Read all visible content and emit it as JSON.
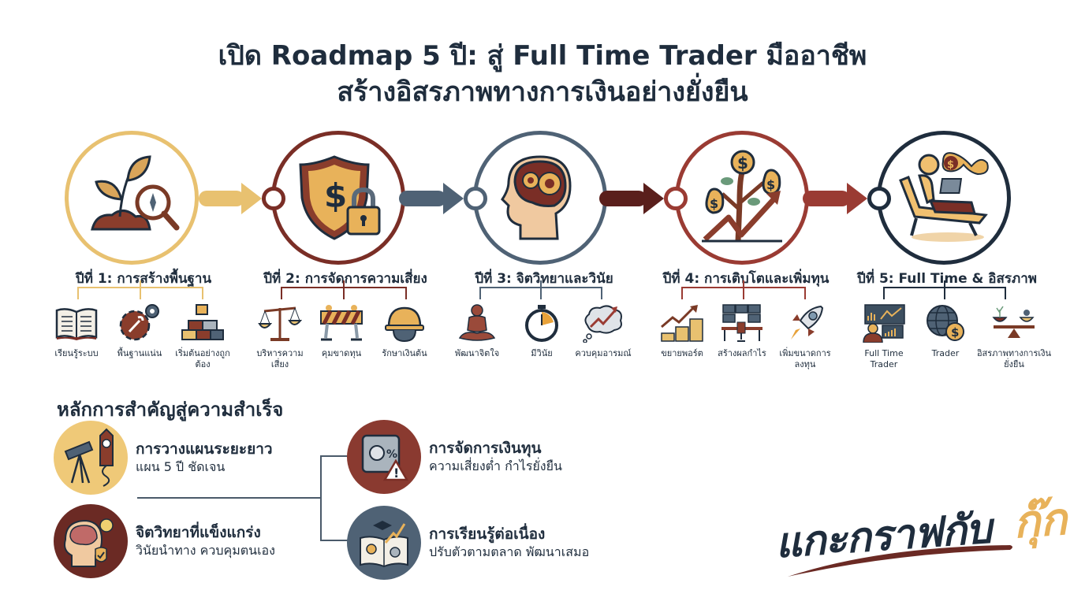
{
  "title": {
    "line1": "เปิด Roadmap 5 ปี: สู่ Full Time Trader มืออาชีพ",
    "line2": "สร้างอิสรภาพทางการเงินอย่างยั่งยืน"
  },
  "colors": {
    "navy": "#1f2d3d",
    "gold": "#e8c170",
    "brown": "#7a2e26",
    "slate": "#4f6275",
    "maroon": "#5a1f1c",
    "rust": "#9a3b33"
  },
  "stages": [
    {
      "year_title": "ปีที่ 1: การสร้างพื้นฐาน",
      "icon": "seedling-magnifier-compass-icon",
      "color": "#e8c170",
      "items": [
        {
          "label": "เรียนรู้ระบบ",
          "icon": "open-book-icon"
        },
        {
          "label": "พื้นฐานแน่น",
          "icon": "gear-wrench-icon"
        },
        {
          "label": "เริ่มต้นอย่างถูกต้อง",
          "icon": "building-blocks-icon"
        }
      ]
    },
    {
      "year_title": "ปีที่ 2: การจัดการความเสี่ยง",
      "icon": "shield-dollar-lock-icon",
      "color": "#7a2e26",
      "items": [
        {
          "label": "บริหารความเสี่ยง",
          "icon": "balance-scale-icon"
        },
        {
          "label": "คุมขาดทุน",
          "icon": "barrier-icon"
        },
        {
          "label": "รักษาเงินต้น",
          "icon": "hard-hat-icon"
        }
      ]
    },
    {
      "year_title": "ปีที่ 3: จิตวิทยาและวินัย",
      "icon": "head-brain-gears-icon",
      "color": "#4f6275",
      "items": [
        {
          "label": "พัฒนาจิตใจ",
          "icon": "meditation-icon"
        },
        {
          "label": "มีวินัย",
          "icon": "stopwatch-icon"
        },
        {
          "label": "ควบคุมอารมณ์",
          "icon": "thought-cloud-chart-icon"
        }
      ]
    },
    {
      "year_title": "ปีที่ 4: การเติบโตและเพิ่มทุน",
      "icon": "money-tree-growth-icon",
      "color": "#9a3b33",
      "items": [
        {
          "label": "ขยายพอร์ต",
          "icon": "coins-growth-icon"
        },
        {
          "label": "สร้างผลกำไร",
          "icon": "trading-desk-icon"
        },
        {
          "label": "เพิ่มขนาดการลงทุน",
          "icon": "rocket-icon"
        }
      ]
    },
    {
      "year_title": "ปีที่ 5: Full Time & อิสรภาพ",
      "icon": "lounger-laptop-infinity-icon",
      "color": "#1f2d3d",
      "items": [
        {
          "label": "Full Time Trader",
          "icon": "trader-screens-icon"
        },
        {
          "label": "Trader",
          "icon": "globe-dollar-icon"
        },
        {
          "label": "อิสรภาพทางการเงินยั่งยืน",
          "icon": "balance-plant-icon"
        }
      ]
    }
  ],
  "principles": {
    "section_title": "หลักการสำคัญสู่ความสำเร็จ",
    "items": [
      {
        "title": "การวางแผนระยะยาว",
        "desc": "แผน 5 ปี ชัดเจน",
        "icon": "telescope-clocktower-icon",
        "bg": "#efc978"
      },
      {
        "title": "จิตวิทยาที่แข็งแกร่ง",
        "desc": "วินัยนำทาง ควบคุมตนเอง",
        "icon": "brain-bulb-shield-icon",
        "bg": "#6b2a24"
      },
      {
        "title": "การจัดการเงินทุน",
        "desc": "ความเสี่ยงต่ำ กำไรยั่งยืน",
        "icon": "safe-warning-icon",
        "bg": "#8a3a30"
      },
      {
        "title": "การเรียนรู้ต่อเนื่อง",
        "desc": "ปรับตัวตามตลาด พัฒนาเสมอ",
        "icon": "book-graduation-growth-icon",
        "bg": "#4f6275"
      }
    ]
  },
  "logo": {
    "text_main": "แกะกราฟกับ",
    "text_accent": "กุ๊ก"
  }
}
